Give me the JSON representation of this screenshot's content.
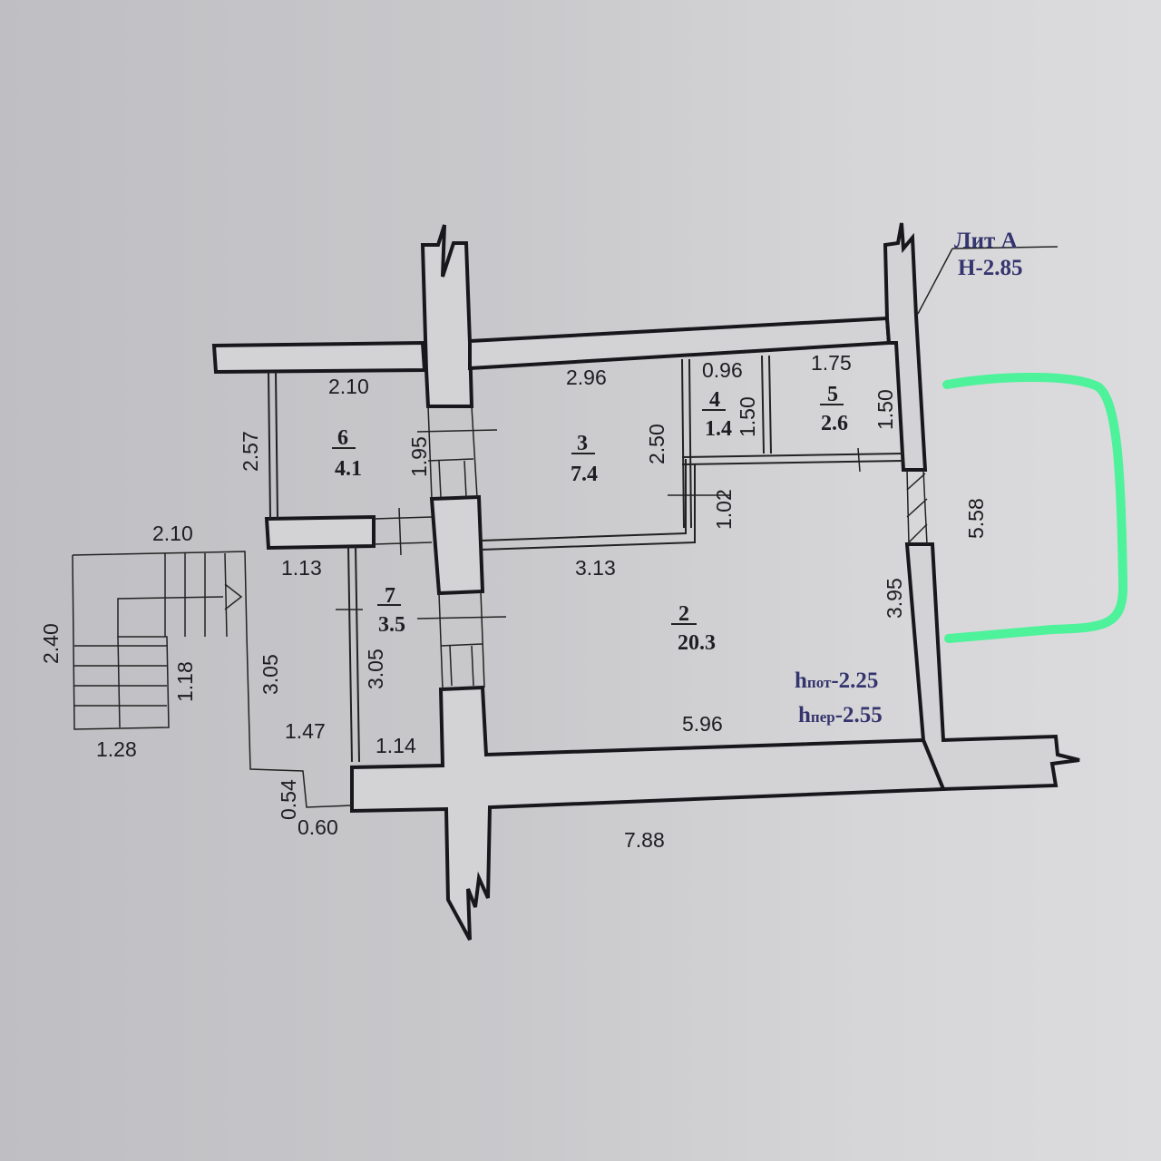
{
  "title": {
    "lit": "Лит А",
    "height": "H-2.85"
  },
  "rooms": [
    {
      "id": "room-6",
      "number": "6",
      "area": "4.1"
    },
    {
      "id": "room-3",
      "number": "3",
      "area": "7.4"
    },
    {
      "id": "room-4",
      "number": "4",
      "area": "1.4"
    },
    {
      "id": "room-5",
      "number": "5",
      "area": "2.6"
    },
    {
      "id": "room-7",
      "number": "7",
      "area": "3.5"
    },
    {
      "id": "room-2",
      "number": "2",
      "area": "20.3"
    }
  ],
  "dimensions": {
    "d_2_10_top": "2.10",
    "d_2_96": "2.96",
    "d_0_96": "0.96",
    "d_1_75": "1.75",
    "d_2_57": "2.57",
    "d_1_95": "1.95",
    "d_2_50": "2.50",
    "d_1_50_a": "1.50",
    "d_1_50_b": "1.50",
    "d_1_02": "1.02",
    "d_5_58": "5.58",
    "d_2_10_stair": "2.10",
    "d_1_13": "1.13",
    "d_3_13": "3.13",
    "d_3_95": "3.95",
    "d_2_40": "2.40",
    "d_1_18": "1.18",
    "d_3_05_a": "3.05",
    "d_3_05_b": "3.05",
    "d_1_47": "1.47",
    "d_1_14": "1.14",
    "d_5_96": "5.96",
    "d_1_28": "1.28",
    "d_0_54": "0.54",
    "d_0_60": "0.60",
    "d_7_88": "7.88"
  },
  "heights": {
    "h_pot": "2.25",
    "h_pot_label": "пот",
    "h_per": "2.55",
    "h_per_label": "пер"
  },
  "colors": {
    "wall_stroke": "#18181c",
    "highlight": "#4df29a",
    "label_blue": "#34346e"
  }
}
